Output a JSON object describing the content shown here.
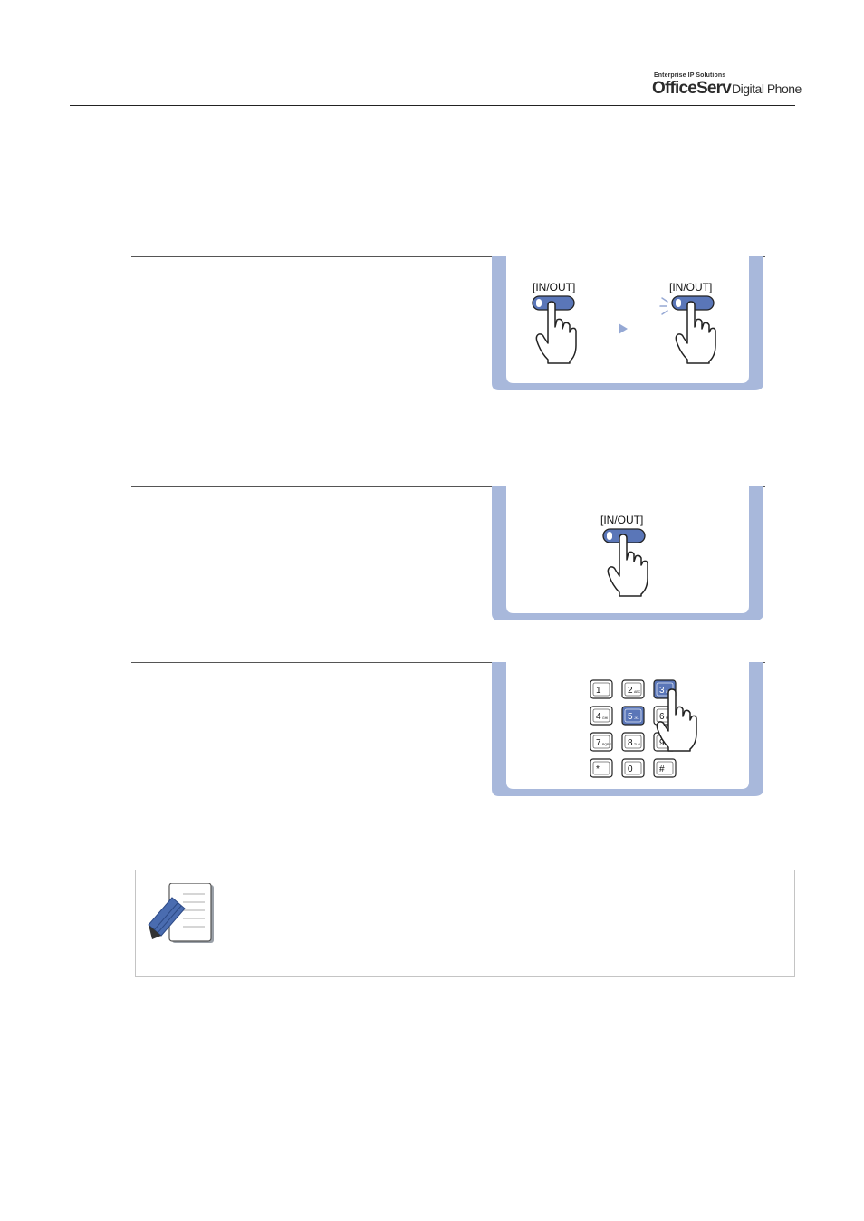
{
  "header": {
    "brand_tagline": "Enterprise IP Solutions",
    "brand_name": "OfficeServ",
    "brand_product": "Digital Phone"
  },
  "panels": {
    "first": {
      "left_label": "[IN/OUT]",
      "right_label": "[IN/OUT]"
    },
    "second": {
      "label": "[IN/OUT]"
    },
    "third": {
      "keys": [
        "1",
        "2",
        "3",
        "4",
        "5",
        "6",
        "7",
        "8",
        "9",
        "*",
        "0",
        "#"
      ],
      "key_letters": [
        "",
        "ABC",
        "DEF",
        "GHI",
        "JKL",
        "MNO",
        "PQRS",
        "TUV",
        "WXYZ",
        "",
        "",
        ""
      ],
      "highlighted_keys": [
        "3",
        "5"
      ]
    }
  },
  "colors": {
    "panel_border": "#a8b8db",
    "button_fill": "#5a76b8",
    "button_highlight": "#8da3d6",
    "arrow": "#95a8d4",
    "note_icon": "#4a6cb0"
  },
  "icons": [
    "hand-pointer-icon",
    "arrow-right-icon",
    "flash-icon",
    "note-pencil-icon"
  ]
}
